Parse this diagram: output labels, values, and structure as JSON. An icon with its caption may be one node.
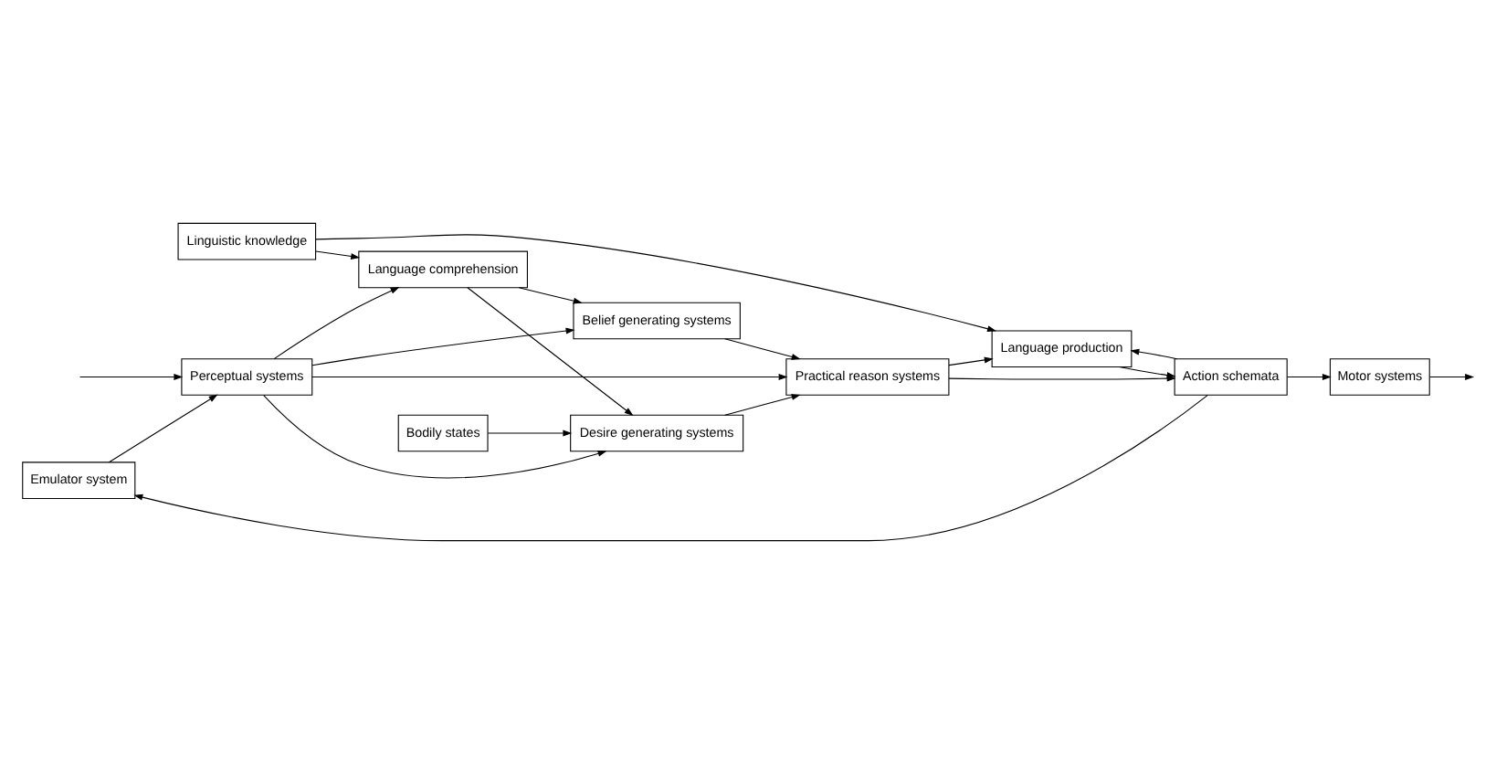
{
  "diagram": {
    "nodes": [
      {
        "text": [
          "Emulator system"
        ]
      },
      {
        "text": [
          "Language comprehension"
        ]
      },
      {
        "text": [
          "Linguistic knowledge"
        ]
      },
      {
        "text": [
          "Language production"
        ]
      },
      {
        "text": [
          "Action schemata"
        ]
      },
      {
        "text": [
          "Belief generating systems"
        ]
      },
      {
        "text": [
          "Perceptual systems"
        ]
      },
      {
        "text": [
          "Practical reason systems"
        ]
      },
      {
        "text": [
          "Motor systems"
        ]
      },
      {
        "text": [
          "Desire generating systems"
        ]
      },
      {
        "text": [
          "Bodily states"
        ]
      }
    ],
    "edges": [
      {
        "from": 0,
        "to": 6,
        "arrow": "to"
      },
      {
        "from": 2,
        "to": 1,
        "arrow": "to"
      },
      {
        "from": 2,
        "to": 3,
        "arrow": "to"
      },
      {
        "from": 6,
        "to": 1,
        "arrow": "to"
      },
      {
        "from": 1,
        "to": 5,
        "arrow": "to"
      },
      {
        "from": 1,
        "to": 9,
        "arrow": "to"
      },
      {
        "from": 6,
        "to": 5,
        "arrow": "to"
      },
      {
        "from": 6,
        "to": 9,
        "arrow": "to"
      },
      {
        "from": 6,
        "to": 7,
        "arrow": "to"
      },
      {
        "from": null,
        "to": 6,
        "arrow": "to"
      },
      {
        "from": 5,
        "to": 7,
        "arrow": "to"
      },
      {
        "from": 9,
        "to": 7,
        "arrow": "to"
      },
      {
        "from": 10,
        "to": 9,
        "arrow": "to"
      },
      {
        "from": 7,
        "to": 3,
        "arrow": "to"
      },
      {
        "from": 7,
        "to": 4,
        "arrow": "to"
      },
      {
        "from": 3,
        "to": 4,
        "arrow": "to"
      },
      {
        "from": 4,
        "to": 3,
        "arrow": "to"
      },
      {
        "from": 4,
        "to": 0,
        "arrow": "to"
      },
      {
        "from": 4,
        "to": 8,
        "arrow": "to"
      },
      {
        "from": 8,
        "to": null,
        "arrow": "to"
      }
    ]
  }
}
